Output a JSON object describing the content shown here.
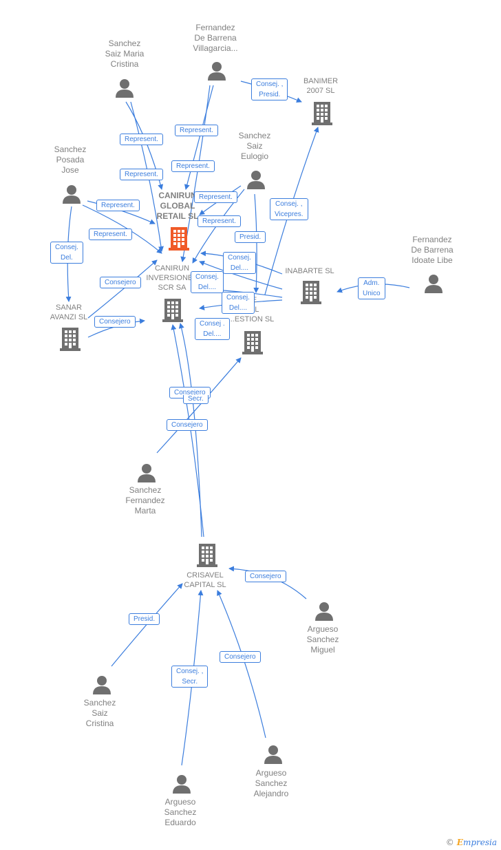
{
  "colors": {
    "edge": "#3b7ddd",
    "icon": "#6f6f6f",
    "focus": "#f05a28",
    "label": "#808080"
  },
  "nodes": [
    {
      "id": "sanchez-saiz-maria-cristina",
      "type": "person",
      "label": "Sanchez\nSaiz Maria\nCristina"
    },
    {
      "id": "fernandez-de-barrena-villagarcia",
      "type": "person",
      "label": "Fernandez\nDe Barrena\nVillagarcia..."
    },
    {
      "id": "banimer-2007",
      "type": "company",
      "label": "BANIMER\n2007 SL"
    },
    {
      "id": "sanchez-posada-jose",
      "type": "person",
      "label": "Sanchez\nPosada\nJose"
    },
    {
      "id": "sanchez-saiz-eulogio",
      "type": "person",
      "label": "Sanchez\nSaiz\nEulogio"
    },
    {
      "id": "canirun-global-retail",
      "type": "company-focus",
      "label": "CANIRUN\nGLOBAL\nRETAIL  SL"
    },
    {
      "id": "fernandez-de-barrena-idoate",
      "type": "person",
      "label": "Fernandez\nDe Barrena\nIdoate Libe"
    },
    {
      "id": "canirun-inversiones",
      "type": "company",
      "label": "CANIRUN\nINVERSIONES\nSCR SA"
    },
    {
      "id": "inabarte",
      "type": "company",
      "label": "INABARTE  SL"
    },
    {
      "id": "sanar-avanzi",
      "type": "company",
      "label": "SANAR\nAVANZI SL"
    },
    {
      "id": "gestion-sl",
      "type": "company",
      "label": "...E\n...AL\n...ESTION SL"
    },
    {
      "id": "sanchez-fernandez-marta",
      "type": "person",
      "label": "Sanchez\nFernandez\nMarta"
    },
    {
      "id": "crisavel-capital",
      "type": "company",
      "label": "CRISAVEL\nCAPITAL  SL"
    },
    {
      "id": "argueso-sanchez-miguel",
      "type": "person",
      "label": "Argueso\nSanchez\nMiguel"
    },
    {
      "id": "sanchez-saiz-cristina",
      "type": "person",
      "label": "Sanchez\nSaiz\nCristina"
    },
    {
      "id": "argueso-sanchez-alejandro",
      "type": "person",
      "label": "Argueso\nSanchez\nAlejandro"
    },
    {
      "id": "argueso-sanchez-eduardo",
      "type": "person",
      "label": "Argueso\nSanchez\nEduardo"
    }
  ],
  "edge_labels": [
    "Consej. ,\nPresid.",
    "Represent.",
    "Represent.",
    "Represent.",
    "Represent.",
    "Represent.",
    "Represent.",
    "Represent.",
    "Represent.",
    "Consej. ,\nVicepres.",
    "Presid.",
    "Consej.\nDel.",
    "Consej.\nDel....",
    "Consej.\nDel....",
    "Consej.\nDel....",
    "Consej .\nDel....",
    "Consejero",
    "Consejero",
    "Adm.\nUnico",
    "Consejero",
    "Secr.",
    "Consejero",
    "Consejero",
    "Presid.",
    "Consej. ,\nSecr.",
    "Consejero"
  ],
  "watermark": {
    "symbol": "©",
    "brand_initial": "E",
    "brand_rest": "mpresia"
  }
}
